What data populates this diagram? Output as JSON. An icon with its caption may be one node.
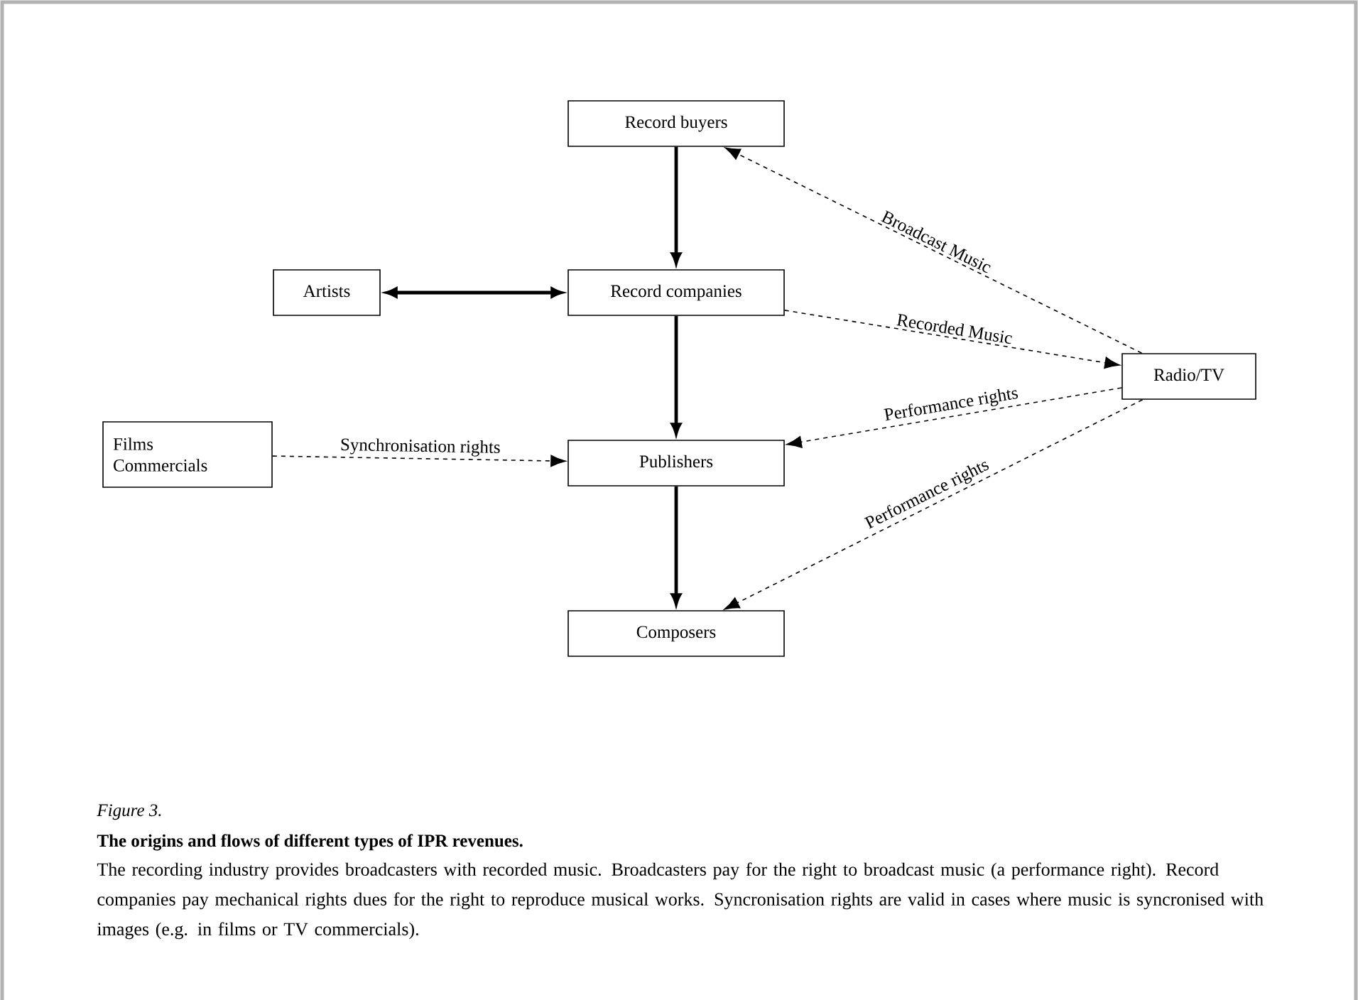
{
  "diagram": {
    "title": "The origins and flows of different types of IPR revenues.",
    "caption": "The recording industry provides broadcasters with recorded music. Broadcasters pay for the right to broadcast music (a performance right). Record companies pay mechanical rights dues for the right to reproduce musical works. Syncronisation rights are valid in cases where music is syncronised with images (e.g. in films or TV commercials).",
    "nodes": [
      {
        "text": [
          "Record buyers"
        ]
      },
      {
        "text": [
          "Artists"
        ]
      },
      {
        "text": [
          "Record companies"
        ]
      },
      {
        "text": [
          "Films",
          "Commercials"
        ]
      },
      {
        "text": [
          "Publishers"
        ]
      },
      {
        "text": [
          "Composers"
        ]
      },
      {
        "text": [
          "Radio/TV"
        ]
      }
    ],
    "edges": [
      {
        "from": 0,
        "to": 2,
        "arrow": "to",
        "style": "thick"
      },
      {
        "from": 1,
        "to": 2,
        "arrow": "both",
        "style": "thick"
      },
      {
        "from": 2,
        "to": 4,
        "arrow": "to",
        "style": "thick"
      },
      {
        "from": 4,
        "to": 5,
        "arrow": "to",
        "style": "thick"
      },
      {
        "from": 3,
        "to": 4,
        "arrow": "to",
        "style": "dashed",
        "label": "Synchronisation rights"
      },
      {
        "from": 6,
        "to": 0,
        "arrow": "to",
        "style": "dashed",
        "label": "Broadcast Music"
      },
      {
        "from": 2,
        "to": 6,
        "arrow": "to",
        "style": "dashed",
        "label": "Recorded Music"
      },
      {
        "from": 6,
        "to": 4,
        "arrow": "to",
        "style": "dashed",
        "label": "Performance rights"
      },
      {
        "from": 6,
        "to": 5,
        "arrow": "to",
        "style": "dashed",
        "label": "Performance rights"
      }
    ],
    "labels": [
      "Figure 3."
    ]
  }
}
